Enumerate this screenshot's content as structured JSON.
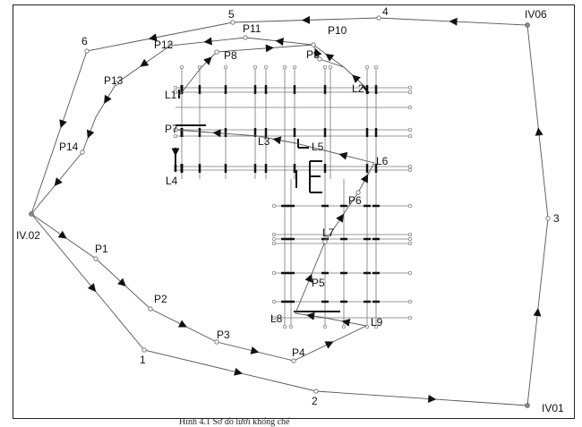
{
  "labels": {
    "IV02": "IV.02",
    "IV06": "IV06",
    "IV01": "IV01",
    "n1": "1",
    "n2": "2",
    "n3": "3",
    "n4": "4",
    "n5": "5",
    "n6": "6",
    "P1": "P1",
    "P2": "P2",
    "P3": "P3",
    "P4": "P4",
    "P5": "P5",
    "P6": "P6",
    "P7": "P7",
    "P8": "P8",
    "P9": "P9",
    "P10": "P10",
    "P11": "P11",
    "P12": "P12",
    "P13": "P13",
    "P14": "P14",
    "L1": "L1",
    "L2": "L2",
    "L3": "L3",
    "L4": "L4",
    "L5": "L5",
    "L6": "L6",
    "L7": "L7",
    "L8": "L8",
    "L9": "L9"
  },
  "caption": "Hình 4.1 Sơ đồ lưới khống chế",
  "colors": {
    "line": "#555555",
    "structure": "#111111",
    "grid": "#777777"
  }
}
